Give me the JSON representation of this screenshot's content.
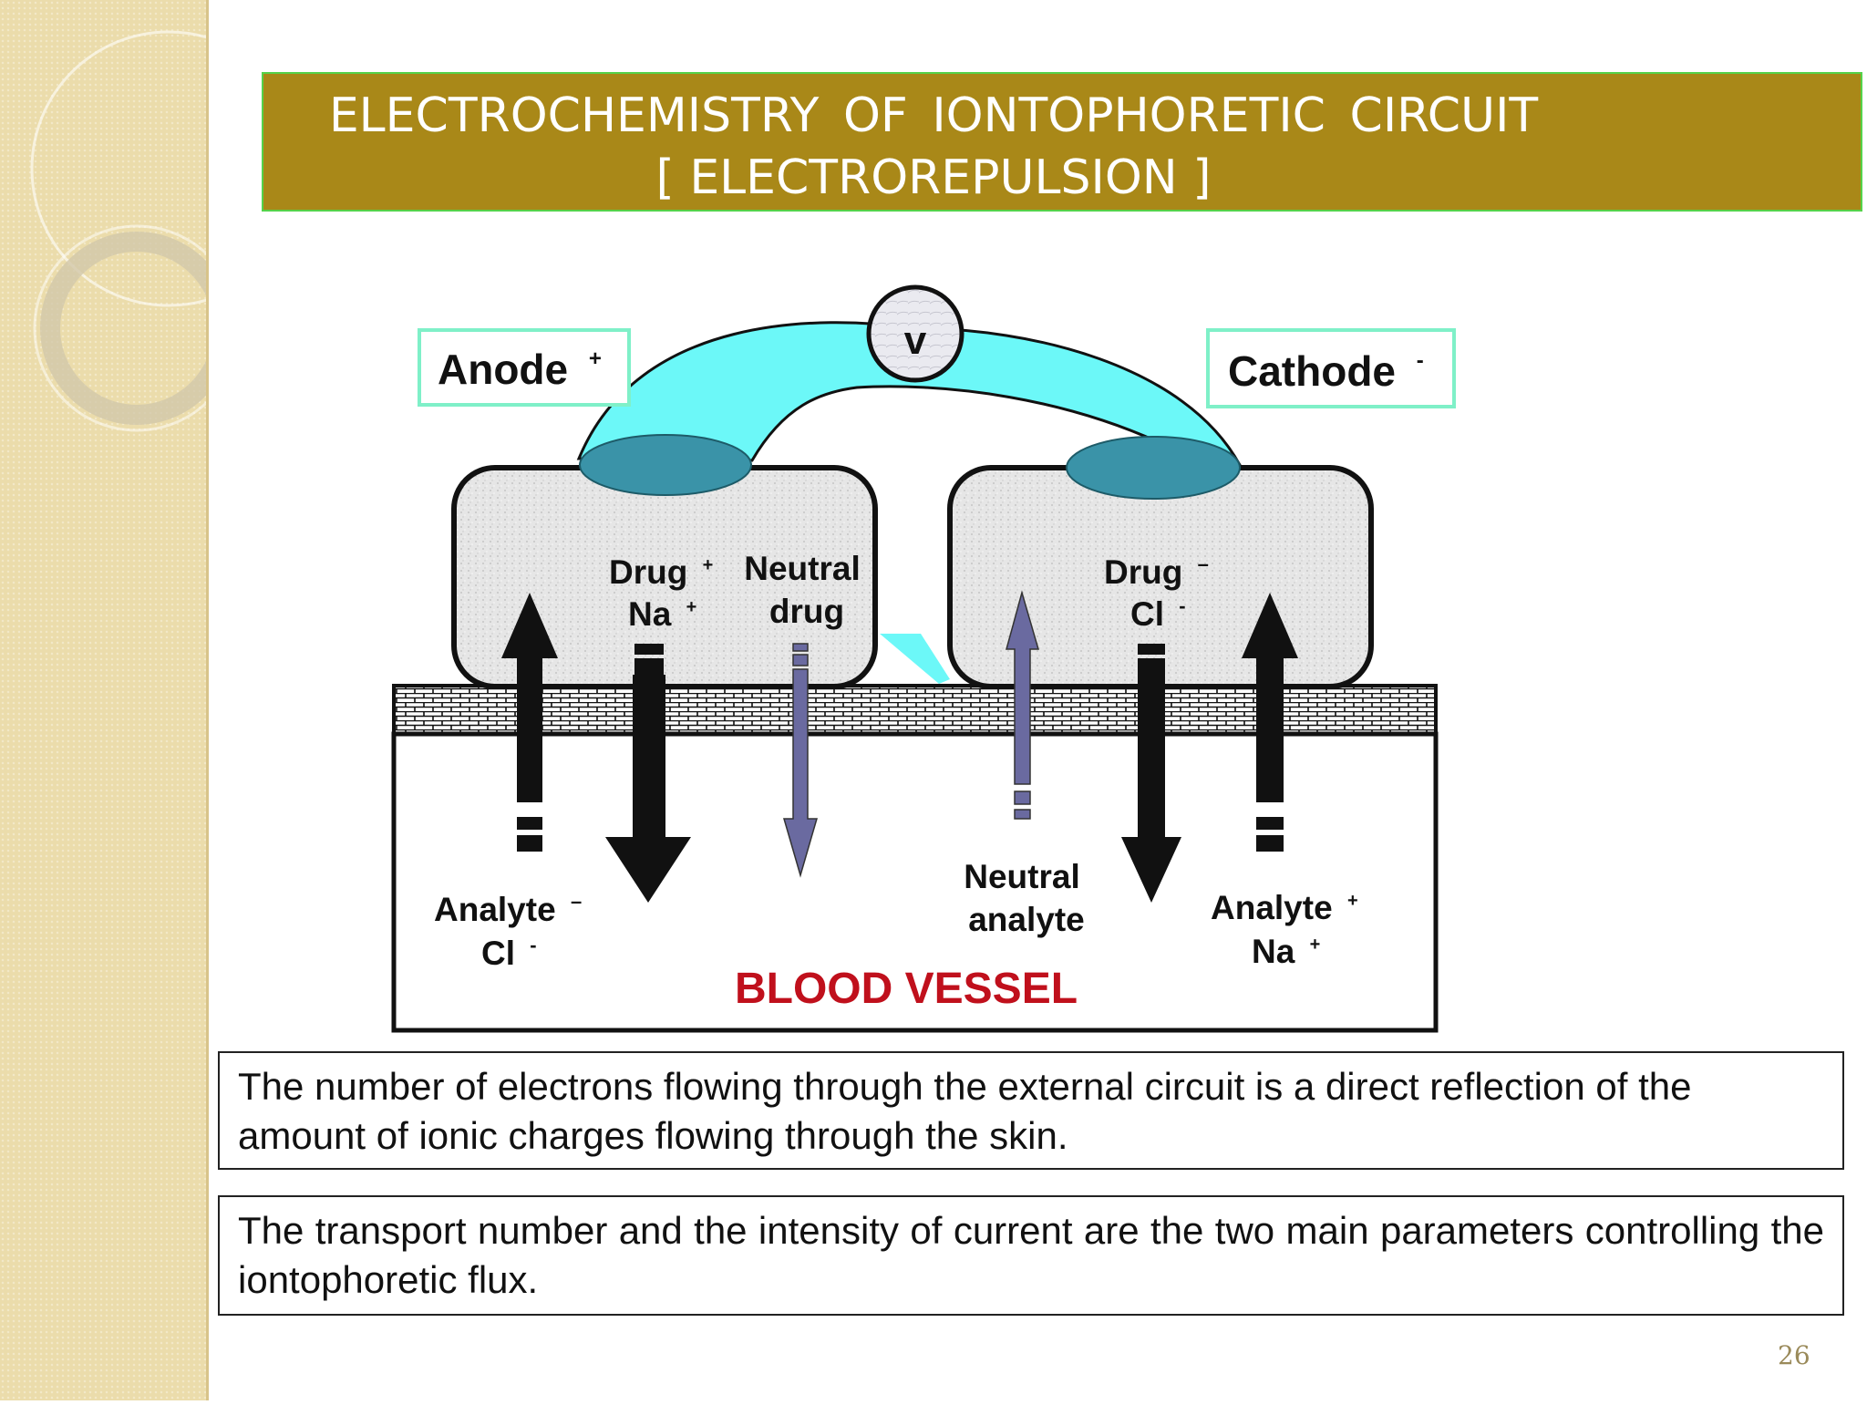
{
  "title": {
    "line1": "ELECTROCHEMISTRY  OF  IONTOPHORETIC  CIRCUIT",
    "line2": "[ ELECTROREPULSION ]"
  },
  "diagram": {
    "voltmeter": "v",
    "anode": {
      "label": "Anode",
      "sign": "+"
    },
    "cathode": {
      "label": "Cathode",
      "sign": "-"
    },
    "anode_chamber": {
      "drug": "Drug",
      "drug_sign": "+",
      "na": "Na",
      "na_sign": "+",
      "neutral1": "Neutral",
      "neutral2": "drug"
    },
    "cathode_chamber": {
      "drug": "Drug",
      "drug_sign": "–",
      "cl": "Cl",
      "cl_sign": "-"
    },
    "blood": {
      "analyte_left": "Analyte",
      "analyte_left_sign": "–",
      "cl_left": "Cl",
      "cl_left_sign": "-",
      "neutral_analyte1": "Neutral",
      "neutral_analyte2": "analyte",
      "analyte_right": "Analyte",
      "analyte_right_sign": "+",
      "na_right": "Na",
      "na_right_sign": "+",
      "vessel_label": "BLOOD VESSEL"
    },
    "colors": {
      "bridge": "#6cf8f8",
      "electrode": "#3a93a8",
      "vessel_label": "#c0101c",
      "neutral_arrow": "#6a6aa0"
    }
  },
  "notes": [
    "The number of electrons flowing through the external circuit is a direct reflection of the amount of ionic charges flowing through the skin.",
    "The transport number and the intensity of current are the two main parameters controlling the iontophoretic flux."
  ],
  "page_number": "26"
}
